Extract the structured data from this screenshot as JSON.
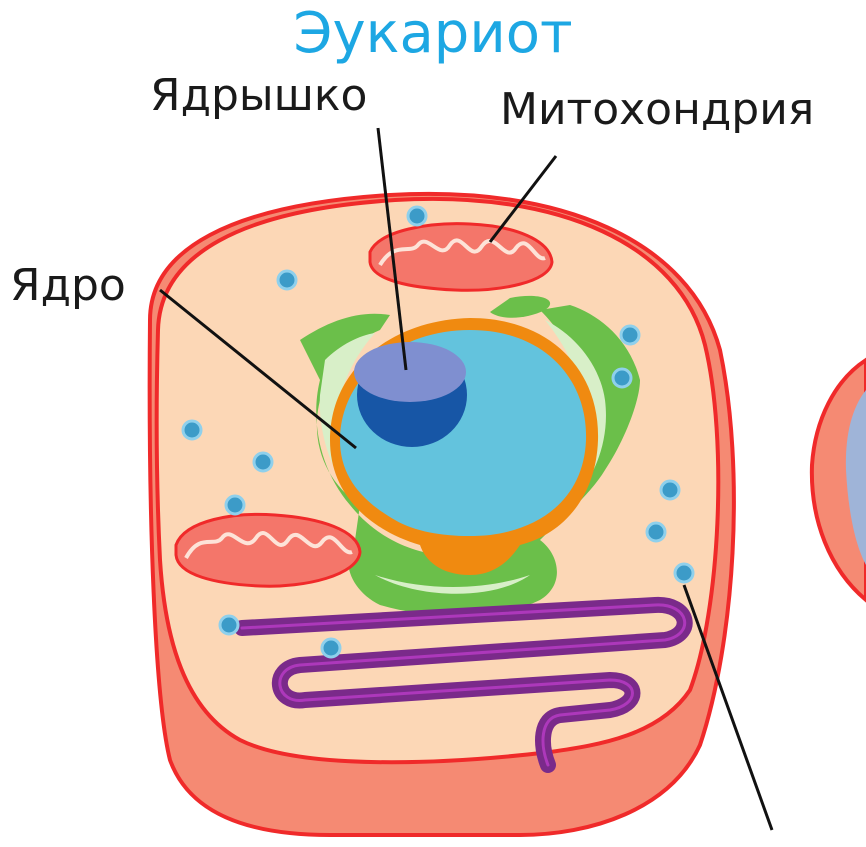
{
  "diagram": {
    "title": "Эукариот",
    "labels": {
      "nucleolus": "Ядрышко",
      "mitochondrion": "Митохондрия",
      "nucleus": "Ядро"
    }
  },
  "colors": {
    "title": "#1da7e3",
    "cell_membrane": "#f02a2a",
    "cytoplasm": "#fcd7b6",
    "cell_side": "#f58a73",
    "nucleus": "#63c3dd",
    "nuclear_envelope": "#f08a10",
    "nucleolus": "#7f8fd0",
    "nucleolus_shadow": "#1756a6",
    "er": "#6bbf4a",
    "er_highlight": "#d8efc8",
    "mitochondrion": "#f4766a",
    "er_tube": "#7a2a8a",
    "vesicle": "#3c9bc8"
  }
}
